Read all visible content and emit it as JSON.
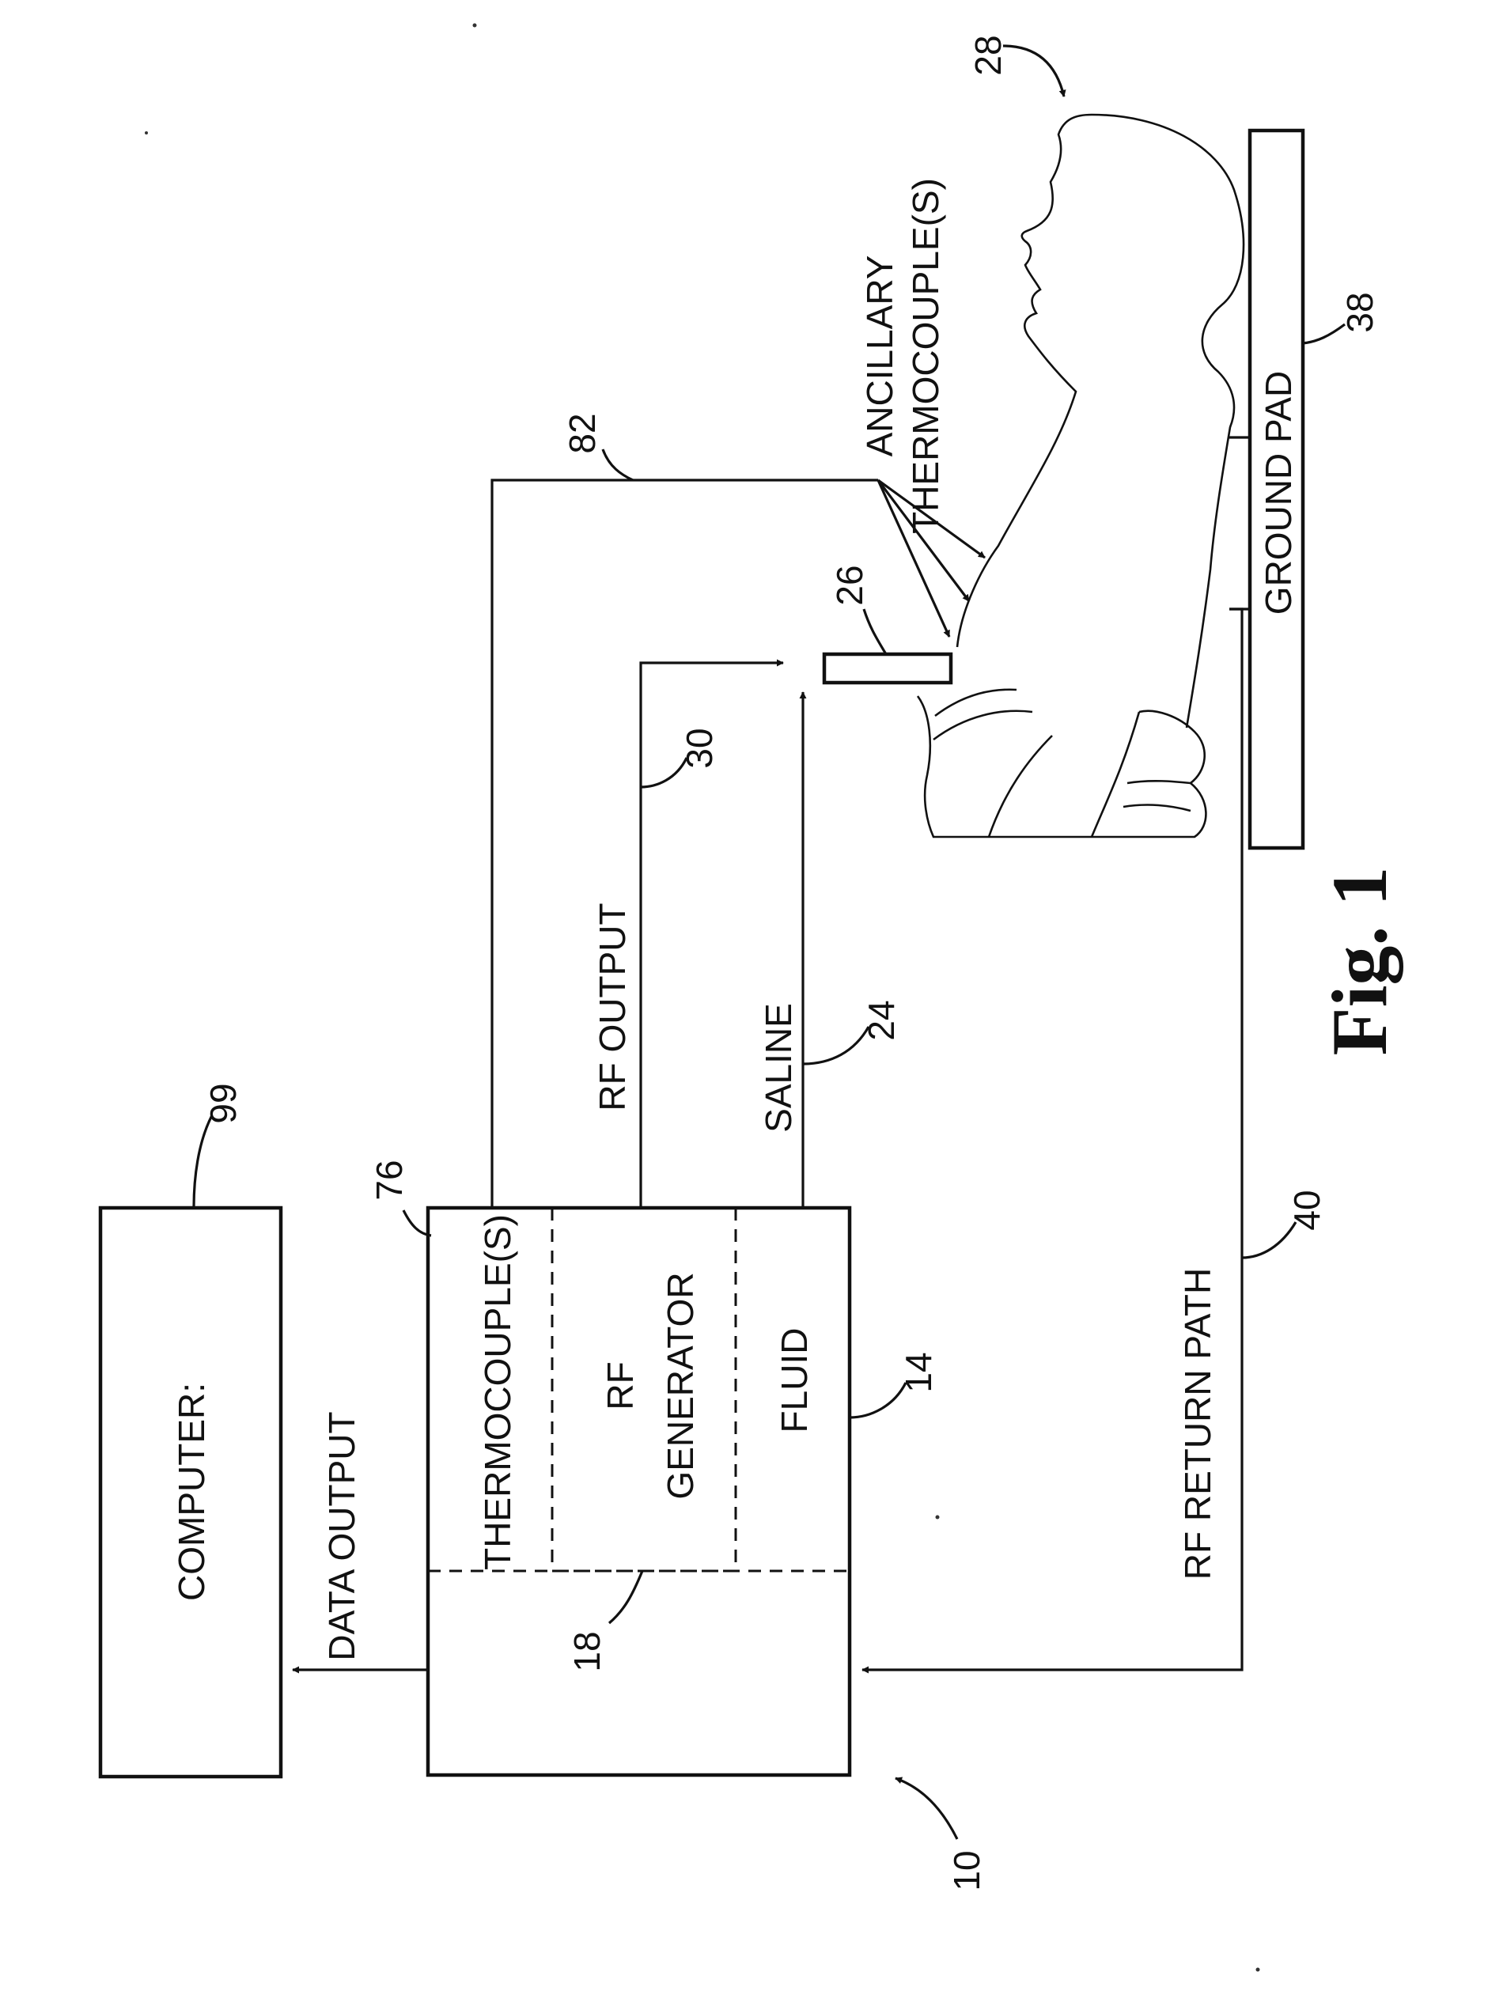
{
  "figure_label": "Fig. 1",
  "blocks": {
    "computer": "COMPUTER:",
    "thermocouples": "THERMOCOUPLE(S)",
    "rf_generator_line1": "RF",
    "rf_generator_line2": "GENERATOR",
    "fluid": "FLUID",
    "ground_pad": "GROUND PAD"
  },
  "connections": {
    "data_output": "DATA OUTPUT",
    "rf_output": "RF OUTPUT",
    "saline": "SALINE",
    "rf_return_path": "RF RETURN PATH",
    "ancillary_line1": "ANCILLARY",
    "ancillary_line2": "THERMOCOUPLE(S)"
  },
  "reference_numerals": {
    "system": "10",
    "fluid_source": "14",
    "generator": "18",
    "saline_line": "24",
    "device": "26",
    "patient": "28",
    "rf_output_line": "30",
    "ground_pad": "38",
    "return_line": "40",
    "thermocouple_unit": "76",
    "thermocouple_line": "82",
    "computer": "99"
  }
}
